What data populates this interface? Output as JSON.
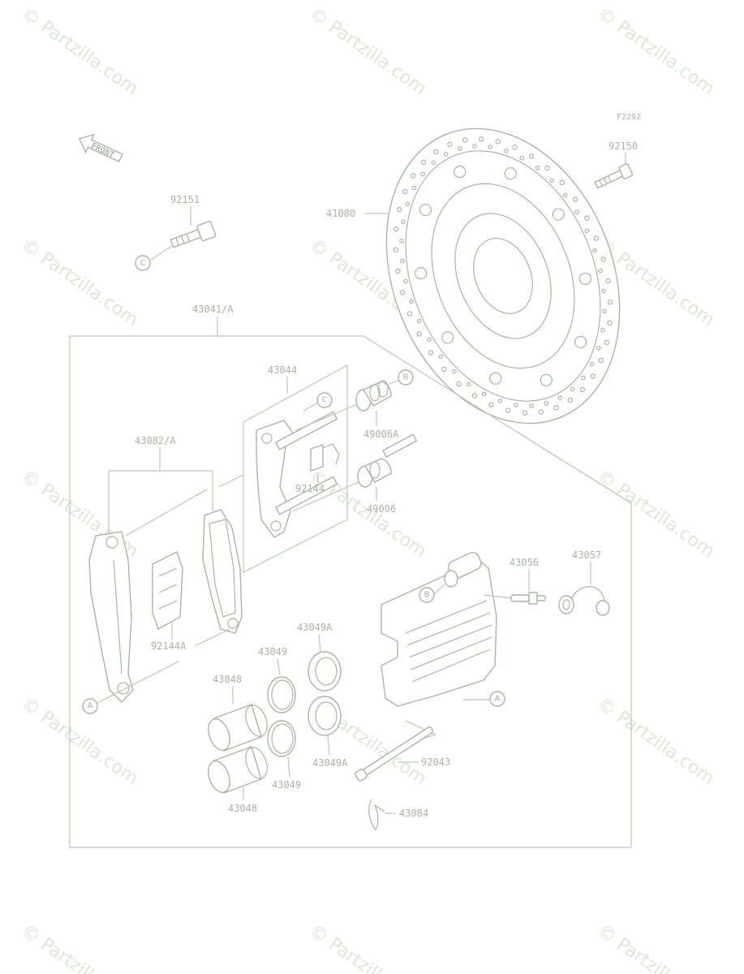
{
  "diagram": {
    "code": "F2292",
    "front_label": "FRONT",
    "watermark": "© Partzilla.com",
    "parts": {
      "p41080": "41080",
      "p92150": "92150",
      "p92151": "92151",
      "p43041A": "43041/A",
      "p43044": "43044",
      "p43082A": "43082/A",
      "p49006A": "49006A",
      "p92144": "92144",
      "p49006": "49006",
      "p43056": "43056",
      "p43057": "43057",
      "p43049A_top": "43049A",
      "p43049_top": "43049",
      "p43048_top": "43048",
      "p92144A": "92144A",
      "p43049A_bottom": "43049A",
      "p43049_bottom": "43049",
      "p43048_bottom": "43048",
      "p92043": "92043",
      "p43084": "43084"
    },
    "refs": {
      "A": "A",
      "B": "B",
      "C": "C"
    }
  }
}
